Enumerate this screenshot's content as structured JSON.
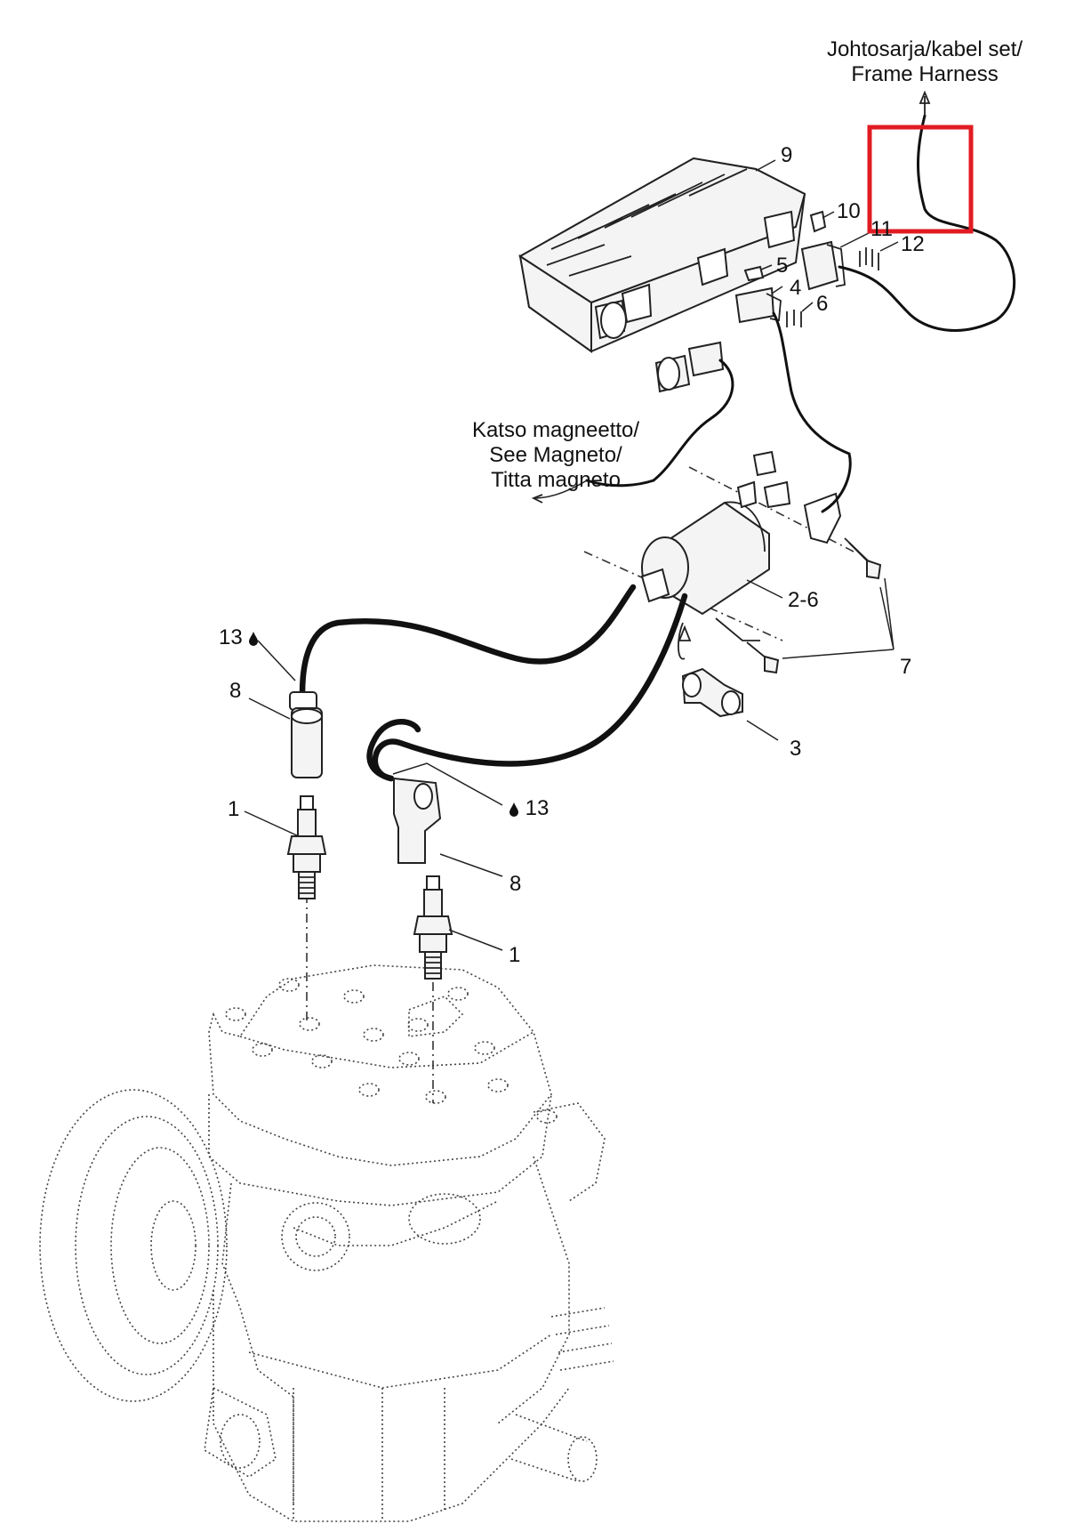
{
  "notes": {
    "frame_harness": [
      "Johtosarja/kabel set/",
      "Frame Harness"
    ],
    "magneto": [
      "Katso magneetto/",
      "See Magneto/",
      "Titta magneto"
    ]
  },
  "callouts": {
    "c9": "9",
    "c10": "10",
    "c11": "11",
    "c12": "12",
    "c5": "5",
    "c4": "4",
    "c6": "6",
    "c2_6": "2-6",
    "c7": "7",
    "c3": "3",
    "c13_left": "13",
    "c13_right": "13",
    "c8_left": "8",
    "c8_right": "8",
    "c1_left": "1",
    "c1_right": "1"
  },
  "highlight": {
    "color": "#e11b22"
  },
  "icons": {
    "lubricant": "oil-drop-icon"
  }
}
